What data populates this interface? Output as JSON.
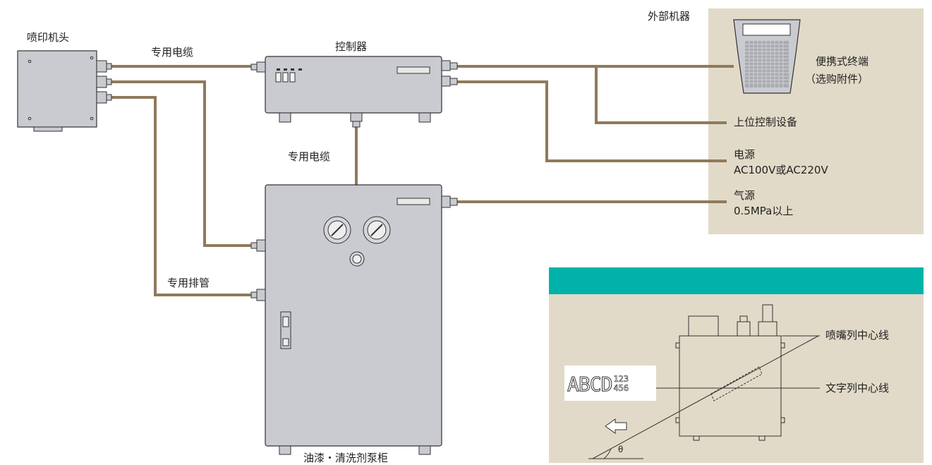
{
  "labels": {
    "print_head": "喷印机头",
    "cable_top": "专用电缆",
    "controller": "控制器",
    "cable_mid": "专用电缆",
    "hose": "专用排管",
    "cabinet": "油漆・清洗剂泵柜",
    "external_devices": "外部机器",
    "handheld_line1": "便携式终端",
    "handheld_line2": "（选购附件）",
    "host_control": "上位控制设备",
    "power_title": "电源",
    "power_value": "AC100V或AC220V",
    "air_title": "气源",
    "air_value": "0.5MPa以上",
    "nozzle_centerline": "喷嘴列中心线",
    "char_centerline": "文字列中心线",
    "sample_text_main": "ABCD",
    "sample_text_top": "123",
    "sample_text_bottom": "456",
    "angle_symbol": "θ"
  },
  "colors": {
    "cable": "#8f7a5a",
    "panel": "#e2dac8",
    "teal_bar": "#00b2a9",
    "device_fill": "#c9cbd0"
  }
}
